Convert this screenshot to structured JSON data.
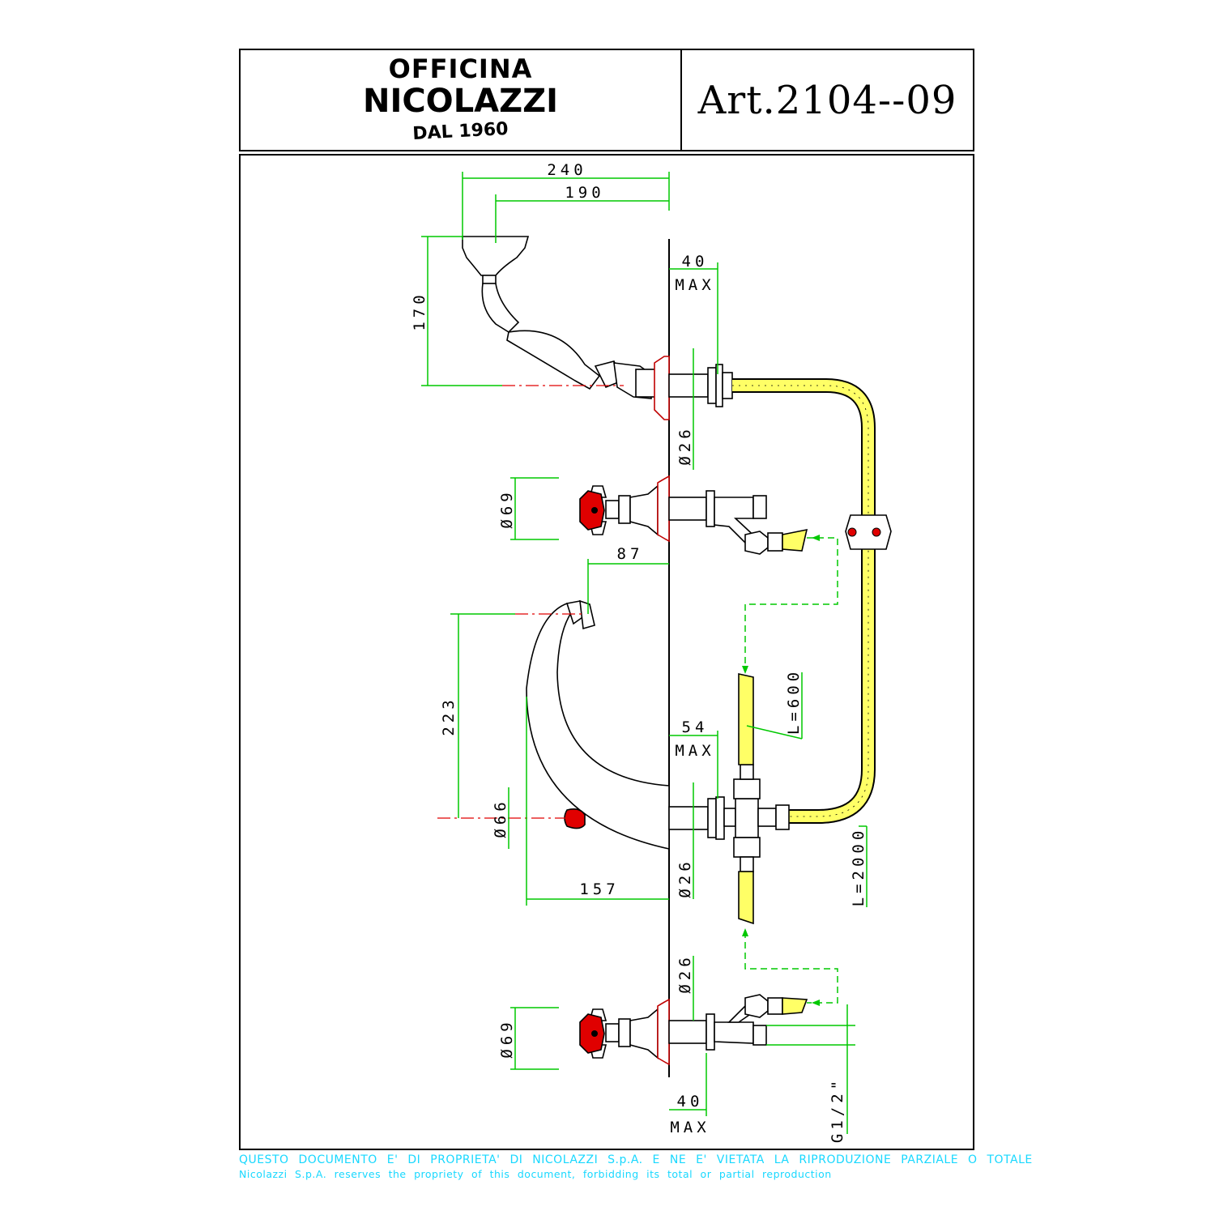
{
  "header": {
    "brand": {
      "line1": "OFFICINA",
      "line2": "NICOLAZZI",
      "line3": "DAL 1960"
    },
    "article": "Art.2104--09"
  },
  "dimensions": {
    "d240": "240",
    "d190": "190",
    "d170": "170",
    "d40_top": "40",
    "max_top": "MAX",
    "diam26_a": "Ø26",
    "diam69_a": "Ø69",
    "d87": "87",
    "d223": "223",
    "l600": "L=600",
    "d54": "54",
    "max_mid": "MAX",
    "diam66": "Ø66",
    "diam26_b": "Ø26",
    "d157": "157",
    "l2000": "L=2000",
    "diam26_c": "Ø26",
    "diam69_b": "Ø69",
    "d40_bottom": "40",
    "max_bottom": "MAX",
    "g12": "G1/2\""
  },
  "colors": {
    "dimension_line": "#00c800",
    "center_line": "#e00000",
    "hose_fill": "#ffff66",
    "valve_red": "#e00000",
    "footer_text": "#18d8ff"
  },
  "footer": {
    "italian": "QUESTO DOCUMENTO E' DI PROPRIETA' DI NICOLAZZI S.p.A. E NE E' VIETATA LA RIPRODUZIONE PARZIALE O TOTALE",
    "english": "Nicolazzi S.p.A. reserves the propriety of this document, forbidding its total or partial reproduction"
  }
}
